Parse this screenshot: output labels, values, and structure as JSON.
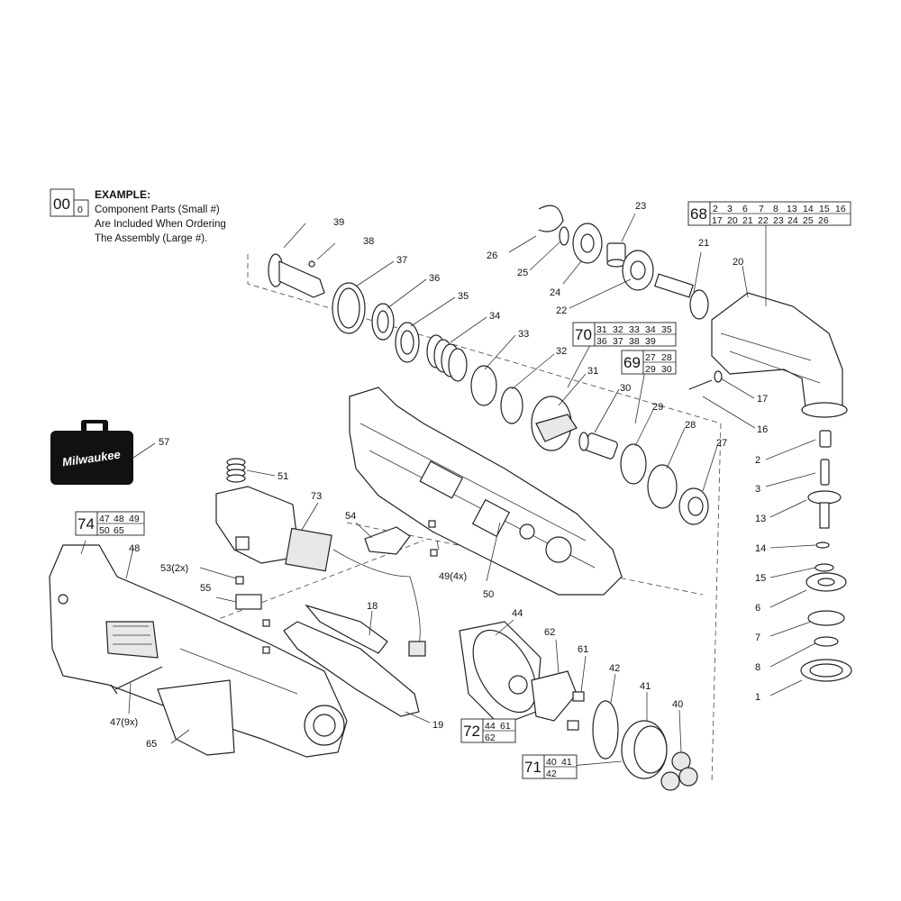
{
  "example": {
    "big": "00",
    "small": "0",
    "heading": "EXAMPLE:",
    "line1": "Component Parts (Small #)",
    "line2": "Are Included When Ordering",
    "line3": "The Assembly (Large #)."
  },
  "logo": {
    "text": "Milwaukee"
  },
  "assemblies": {
    "a68": {
      "big": "68",
      "row1": [
        "2",
        "3",
        "6",
        "7",
        "8",
        "13",
        "14",
        "15",
        "16"
      ],
      "row2": [
        "17",
        "20",
        "21",
        "22",
        "23",
        "24",
        "25",
        "26"
      ]
    },
    "a70": {
      "big": "70",
      "row1": [
        "31",
        "32",
        "33",
        "34",
        "35"
      ],
      "row2": [
        "36",
        "37",
        "38",
        "39"
      ]
    },
    "a69": {
      "big": "69",
      "row1": [
        "27",
        "28"
      ],
      "row2": [
        "29",
        "30"
      ]
    },
    "a74": {
      "big": "74",
      "row1": [
        "47",
        "48",
        "49"
      ],
      "row2": [
        "50",
        "65"
      ]
    },
    "a72": {
      "big": "72",
      "row1": [
        "44",
        "61"
      ],
      "row2": [
        "62"
      ]
    },
    "a71": {
      "big": "71",
      "row1": [
        "40",
        "41"
      ],
      "row2": [
        "42"
      ]
    }
  },
  "callouts": {
    "p1": "1",
    "p2": "2",
    "p3": "3",
    "p6": "6",
    "p7": "7",
    "p8": "8",
    "p13": "13",
    "p14": "14",
    "p15": "15",
    "p16": "16",
    "p17": "17",
    "p18": "18",
    "p19": "19",
    "p20": "20",
    "p21": "21",
    "p22": "22",
    "p23": "23",
    "p24": "24",
    "p25": "25",
    "p26": "26",
    "p27": "27",
    "p28": "28",
    "p29": "29",
    "p30": "30",
    "p31": "31",
    "p32": "32",
    "p33": "33",
    "p34": "34",
    "p35": "35",
    "p36": "36",
    "p37": "37",
    "p38": "38",
    "p39": "39",
    "p40": "40",
    "p41": "41",
    "p42": "42",
    "p44": "44",
    "p47": "47(9x)",
    "p48": "48",
    "p49": "49(4x)",
    "p50": "50",
    "p51": "51",
    "p53": "53(2x)",
    "p54": "54",
    "p55": "55",
    "p57": "57",
    "p61": "61",
    "p62": "62",
    "p65": "65",
    "p73": "73"
  }
}
